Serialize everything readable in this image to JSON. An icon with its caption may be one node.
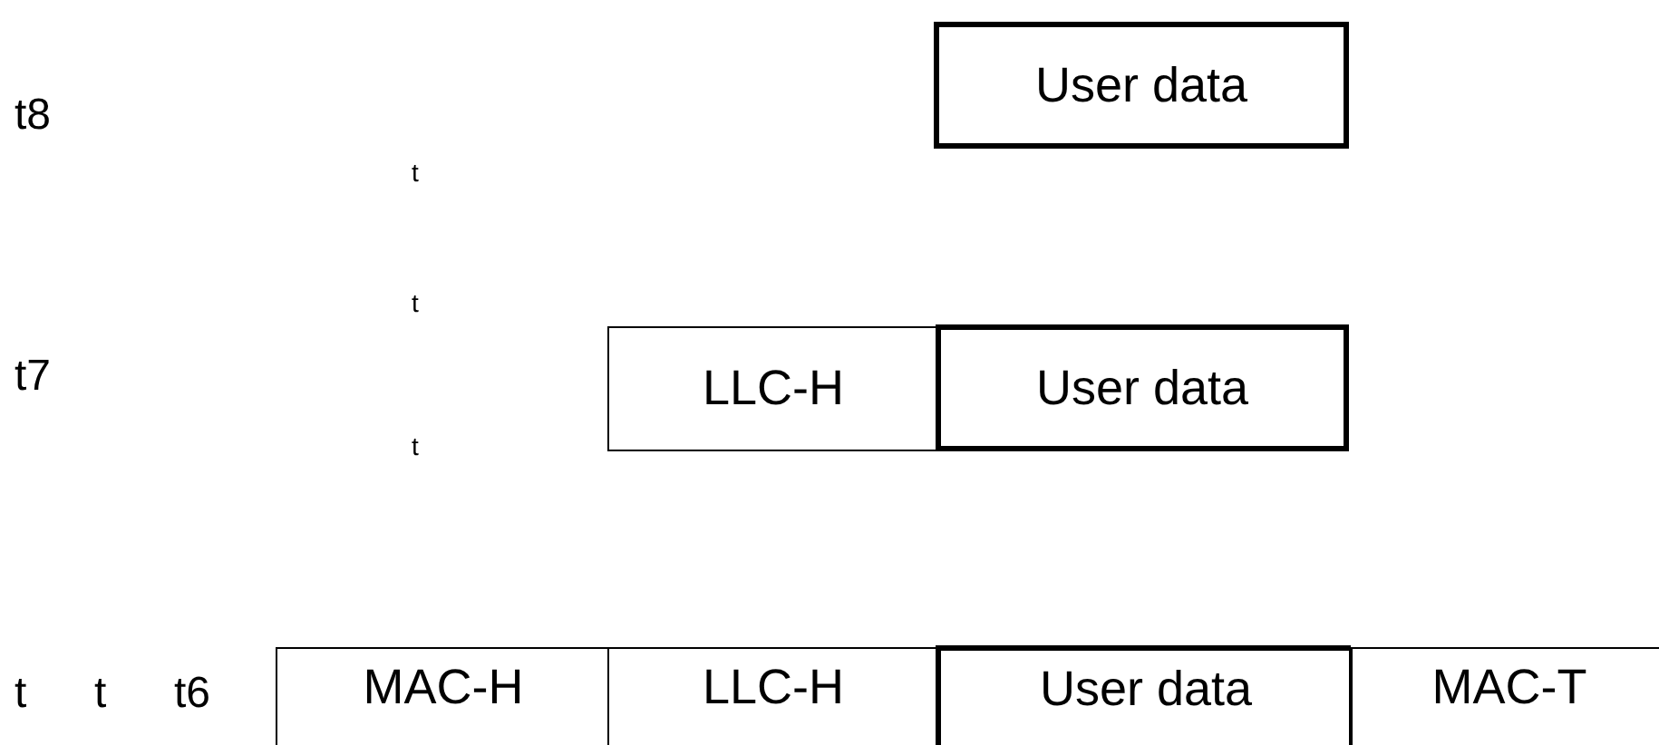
{
  "diagram": {
    "nodes": [
      {
        "text": [
          "User data"
        ]
      },
      {
        "text": [
          "LLC-H"
        ]
      },
      {
        "text": [
          "User data"
        ]
      },
      {
        "text": [
          "MAC-H"
        ]
      },
      {
        "text": [
          "LLC-H"
        ]
      },
      {
        "text": [
          "User data"
        ]
      },
      {
        "text": [
          "MAC-T"
        ]
      }
    ],
    "labels": [
      "t8",
      "t",
      "t",
      "t7",
      "t",
      "t",
      "t",
      "t6"
    ]
  }
}
